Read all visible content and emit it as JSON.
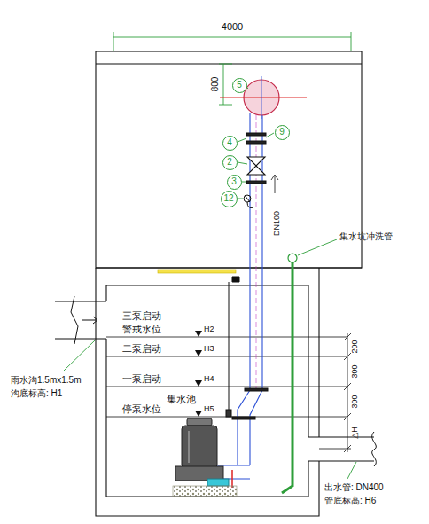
{
  "diagram": {
    "nodes": [
      {
        "text": [
          "5"
        ]
      },
      {
        "text": [
          "4"
        ]
      },
      {
        "text": [
          "9"
        ]
      },
      {
        "text": [
          "2"
        ]
      },
      {
        "text": [
          "3"
        ]
      },
      {
        "text": [
          "12"
        ]
      }
    ],
    "labels": [
      "4000",
      "800",
      "集水坑冲洗管",
      "DN100",
      "三泵启动",
      "警戒水位",
      "H2",
      "二泵启动",
      "H3",
      "一泵启动",
      "H4",
      "集水池",
      "停泵水位",
      "H5",
      "雨水沟1.5mx1.5m",
      "沟底标高: H1",
      "200",
      "300",
      "300",
      "△H",
      "出水管: DN400",
      "管底标高: H6"
    ]
  }
}
